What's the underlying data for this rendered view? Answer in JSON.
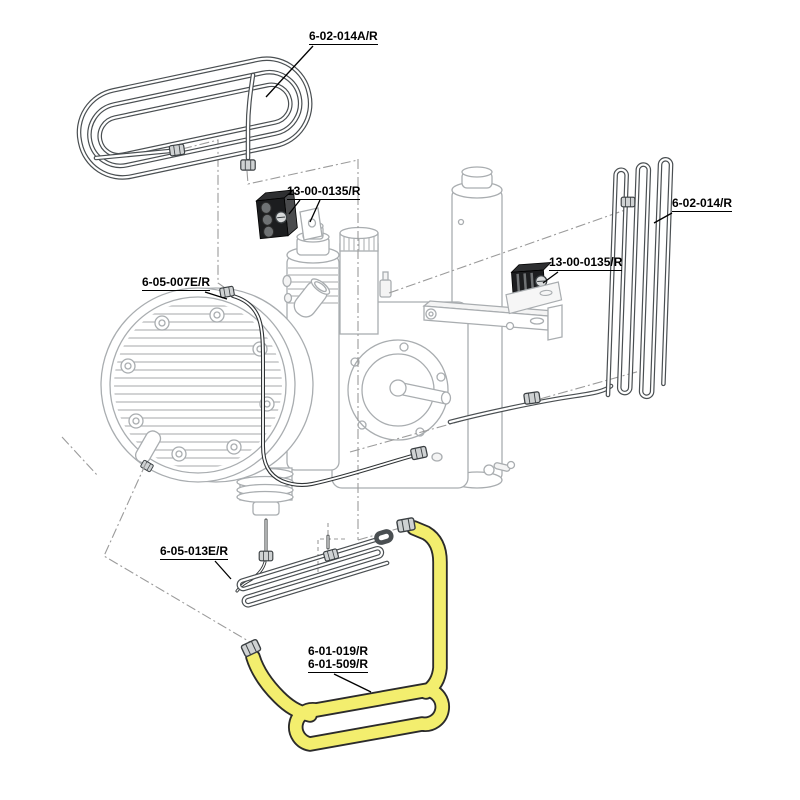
{
  "diagram": {
    "kind": "exploded-parts-diagram",
    "background": "#ffffff",
    "colors": {
      "highlight_yellow": "#f3ee6e",
      "machine_line": "#a9adb0",
      "tube_line": "#4a4f52",
      "pipe_line": "#303436",
      "clamp_fill": "#1c1d1f",
      "alignment_line": "#9b9b9b",
      "label_text": "#000000"
    },
    "labels": {
      "coil_top": "6-02-014A/R",
      "clamp_left": "13-00-0135/R",
      "clamp_right": "13-00-0135/R",
      "coil_right": "6-02-014/R",
      "pipe_upper": "6-05-007E/R",
      "coil_lower": "6-05-013E/R",
      "pipe_bottom_1": "6-01-019/R",
      "pipe_bottom_2": "6-01-509/R"
    },
    "parts": [
      {
        "id": "6-02-014A/R",
        "name": "top serpentine cooling coil",
        "highlighted": false
      },
      {
        "id": "13-00-0135/R",
        "name": "clamp block left",
        "highlighted": false
      },
      {
        "id": "13-00-0135/R",
        "name": "clamp block right",
        "highlighted": false
      },
      {
        "id": "6-02-014/R",
        "name": "right vertical cooling coil",
        "highlighted": false
      },
      {
        "id": "6-05-007E/R",
        "name": "upper interstage pipe",
        "highlighted": false
      },
      {
        "id": "6-05-013E/R",
        "name": "lower serpentine coil",
        "highlighted": false
      },
      {
        "id": "6-01-019/R 6-01-509/R",
        "name": "bottom loop pipe",
        "highlighted": true
      }
    ]
  }
}
